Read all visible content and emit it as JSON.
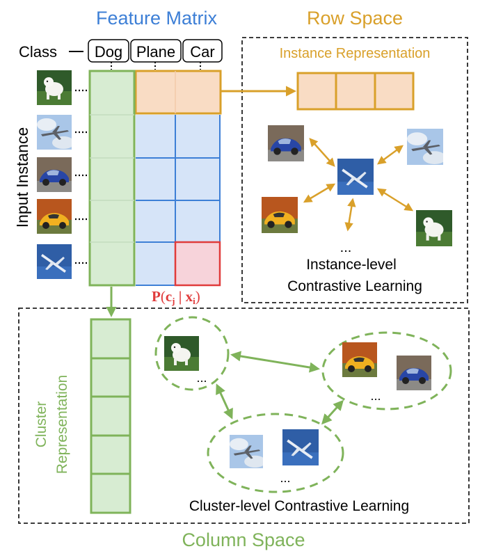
{
  "title_feature_matrix": "Feature Matrix",
  "title_row_space": "Row Space",
  "title_column_space": "Column Space",
  "class_label": "Class",
  "classes": [
    "Dog",
    "Plane",
    "Car"
  ],
  "input_instance_label": "Input Instance",
  "instance_representation_label": "Instance Representation",
  "instance_level_line1": "Instance-level",
  "instance_level_line2": "Contrastive Learning",
  "cluster_repr_line1": "Cluster",
  "cluster_repr_line2": "Representation",
  "cluster_level_label": "Cluster-level Contrastive Learning",
  "prob_label": {
    "p": "P",
    "c": "c",
    "c_sub": "j",
    "x": "x",
    "x_sub": "i"
  },
  "ellipsis": "...",
  "input_images": [
    "dog",
    "plane",
    "car",
    "car",
    "plane"
  ],
  "colors": {
    "blue": "#3d7fd6",
    "orange": "#d9a02a",
    "green": "#7fb35a",
    "red": "#e03b3b",
    "green_fill": "#d7ecd2",
    "blue_fill": "#d6e4f8",
    "orange_fill": "#f9dcc4",
    "red_fill": "#f7d3da"
  }
}
